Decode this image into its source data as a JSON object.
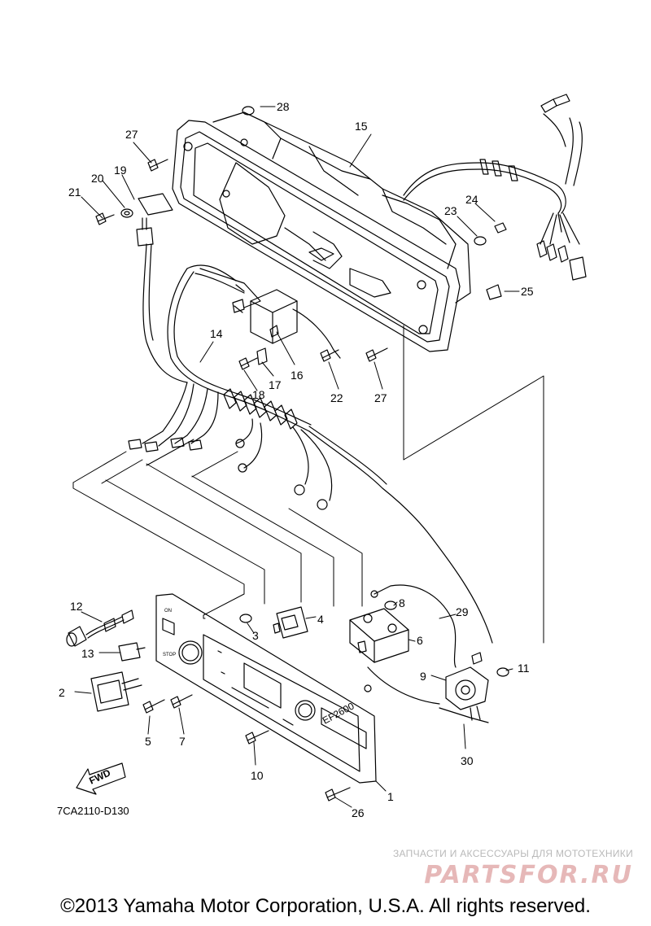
{
  "diagram": {
    "part_labels": [
      "28",
      "15",
      "27",
      "19",
      "20",
      "21",
      "24",
      "23",
      "25",
      "14",
      "16",
      "17",
      "18",
      "22",
      "27",
      "12",
      "3",
      "4",
      "8",
      "29",
      "6",
      "13",
      "11",
      "9",
      "2",
      "5",
      "7",
      "30",
      "10",
      "1",
      "26"
    ],
    "diagram_code": "7CA2110-D130",
    "fwd_label": "FWD",
    "panel": {
      "model_plate": "EF2600",
      "on_label": "ON",
      "stop_label": "STOP"
    }
  },
  "watermark": {
    "tagline": "ЗАПЧАСТИ И АКСЕССУАРЫ ДЛЯ МОТОТЕХНИКИ",
    "logo": "PARTSFOR.RU"
  },
  "footer": {
    "copyright": "©2013 Yamaha Motor Corporation, U.S.A. All rights reserved."
  }
}
